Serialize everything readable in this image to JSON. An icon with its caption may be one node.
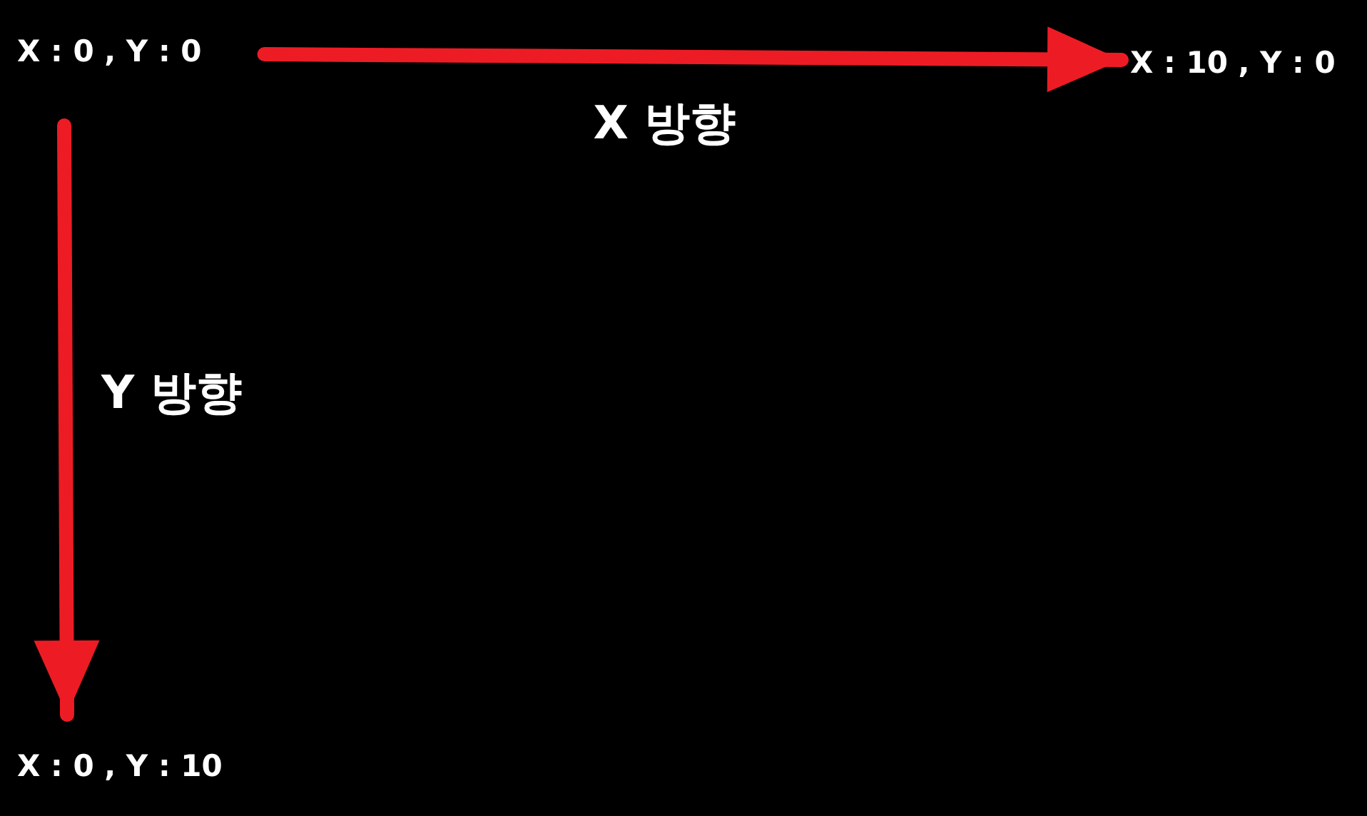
{
  "diagram": {
    "nodes": [
      {
        "text": [
          "X : 0 , Y : 0"
        ]
      },
      {
        "text": [
          "X : 10 , Y : 0"
        ]
      },
      {
        "text": [
          "X : 0 , Y : 10"
        ]
      }
    ],
    "edges": [
      {
        "from": 0,
        "to": 1,
        "arrow": "to",
        "label": "X 방향"
      },
      {
        "from": 0,
        "to": 2,
        "arrow": "to",
        "label": "Y 방향"
      }
    ]
  }
}
